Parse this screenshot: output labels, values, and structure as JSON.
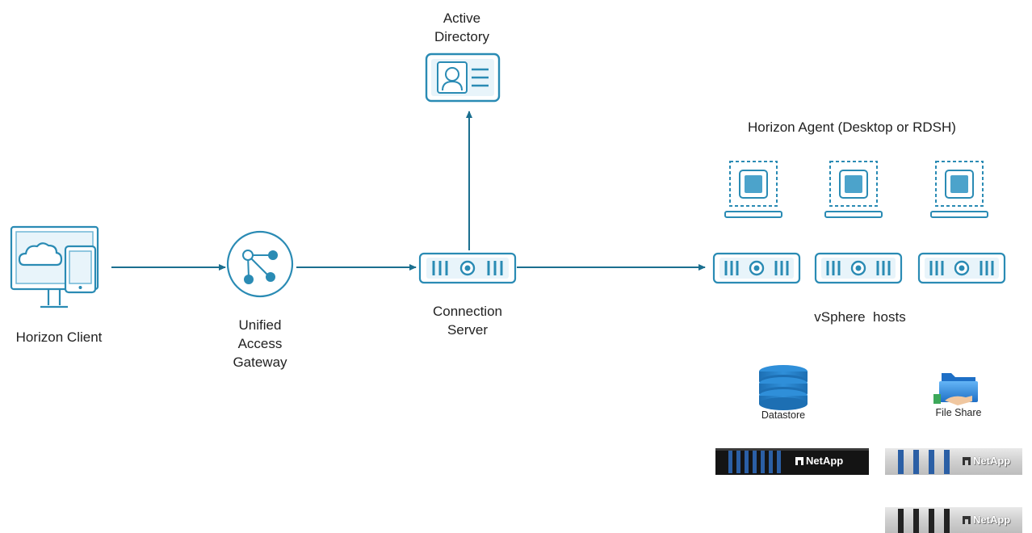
{
  "nodes": {
    "horizon_client": {
      "label": "Horizon Client"
    },
    "uag": {
      "label_lines": [
        "Unified",
        "Access",
        "Gateway"
      ]
    },
    "connection_server": {
      "label_lines": [
        "Connection",
        "Server"
      ]
    },
    "active_directory": {
      "label_lines": [
        "Active",
        "Directory"
      ]
    },
    "horizon_agent": {
      "label": "Horizon Agent (Desktop or RDSH)"
    },
    "vsphere_hosts": {
      "label": "vSphere  hosts"
    },
    "datastore": {
      "label": "Datastore"
    },
    "file_share": {
      "label": "File Share"
    }
  },
  "storage": {
    "brand": "NetApp"
  },
  "colors": {
    "accent": "#2a8bb4",
    "accent_light": "#6fb6d6",
    "fill": "#e8f4fa",
    "line": "#1b6f8f"
  }
}
